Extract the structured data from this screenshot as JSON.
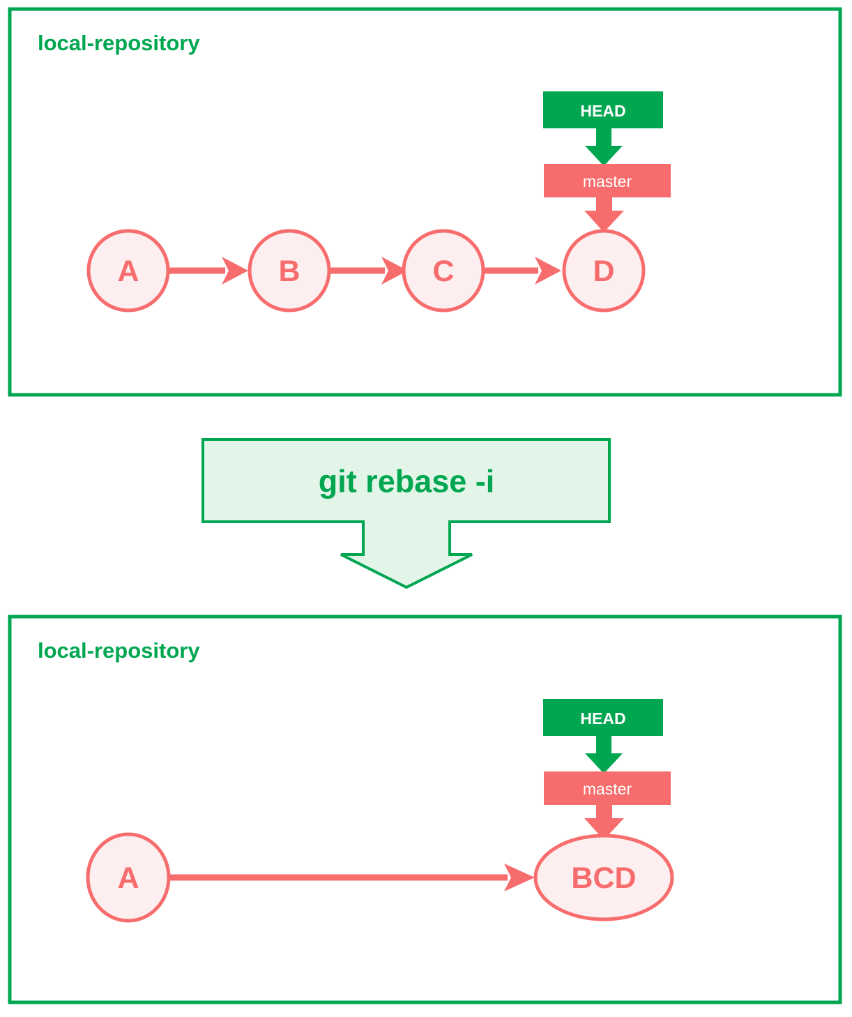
{
  "diagram": {
    "title_before": "local-repository",
    "title_after": "local-repository",
    "operation_label": "git rebase -i",
    "colors": {
      "green": "#00A650",
      "green_light": "#E3F5E9",
      "coral": "#F76C6C",
      "coral_light": "#FDEFEF",
      "white": "#FFFFFF"
    },
    "before": {
      "frame_label": "local-repository",
      "head_label": "HEAD",
      "branch_label": "master",
      "commits": [
        {
          "id": "A",
          "label": "A",
          "shape": "circle"
        },
        {
          "id": "B",
          "label": "B",
          "shape": "circle"
        },
        {
          "id": "C",
          "label": "C",
          "shape": "circle"
        },
        {
          "id": "D",
          "label": "D",
          "shape": "circle"
        }
      ],
      "edges": [
        {
          "from": "A",
          "to": "B"
        },
        {
          "from": "B",
          "to": "C"
        },
        {
          "from": "C",
          "to": "D"
        }
      ],
      "head_points_to": "master",
      "branch_points_to": "D"
    },
    "after": {
      "frame_label": "local-repository",
      "head_label": "HEAD",
      "branch_label": "master",
      "commits": [
        {
          "id": "A",
          "label": "A",
          "shape": "ellipse"
        },
        {
          "id": "BCD",
          "label": "BCD",
          "shape": "ellipse"
        }
      ],
      "edges": [
        {
          "from": "A",
          "to": "BCD"
        }
      ],
      "head_points_to": "master",
      "branch_points_to": "BCD"
    }
  }
}
